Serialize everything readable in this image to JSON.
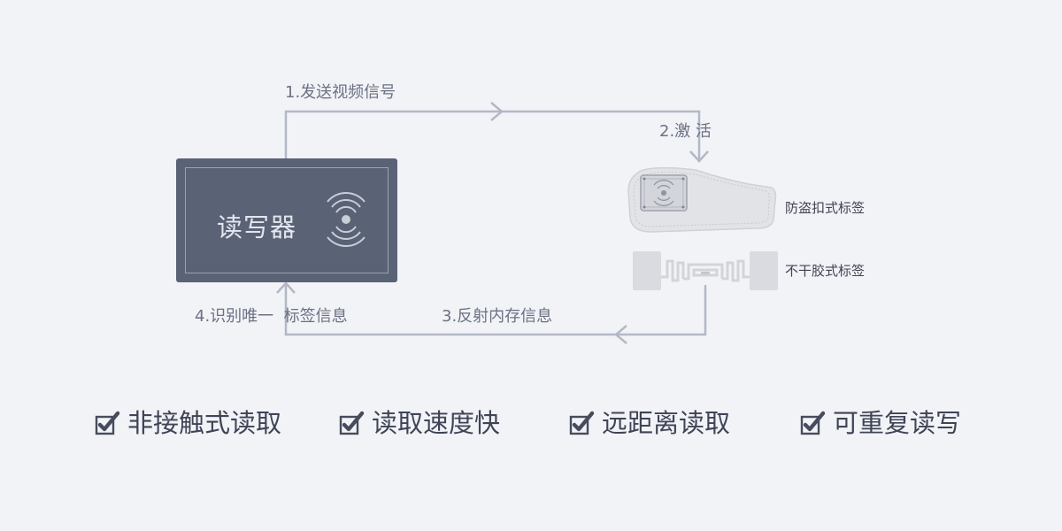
{
  "steps": {
    "step1": "1.发送视频信号",
    "step2": "2.激  活",
    "step3": "3.反射内存信息",
    "step4": "4.识别唯一  标签信息"
  },
  "reader": {
    "title": "读写器",
    "icon": "rfid-signal-icon"
  },
  "tags": {
    "hard_tag": {
      "label": "防盗扣式标签",
      "icon": "anti-theft-hard-tag-icon"
    },
    "label_tag": {
      "label": "不干胶式标签",
      "icon": "adhesive-rfid-label-icon"
    }
  },
  "features": [
    {
      "label": "非接触式读取",
      "icon": "checkmark-icon"
    },
    {
      "label": "读取速度快",
      "icon": "checkmark-icon"
    },
    {
      "label": "远距离读取",
      "icon": "checkmark-icon"
    },
    {
      "label": "可重复读写",
      "icon": "checkmark-icon"
    }
  ],
  "colors": {
    "background": "#f2f3f7",
    "reader_fill": "#5a6275",
    "flow_line": "#b3b8c7",
    "label_text": "#6b7183",
    "feature_text": "#3f4456"
  }
}
